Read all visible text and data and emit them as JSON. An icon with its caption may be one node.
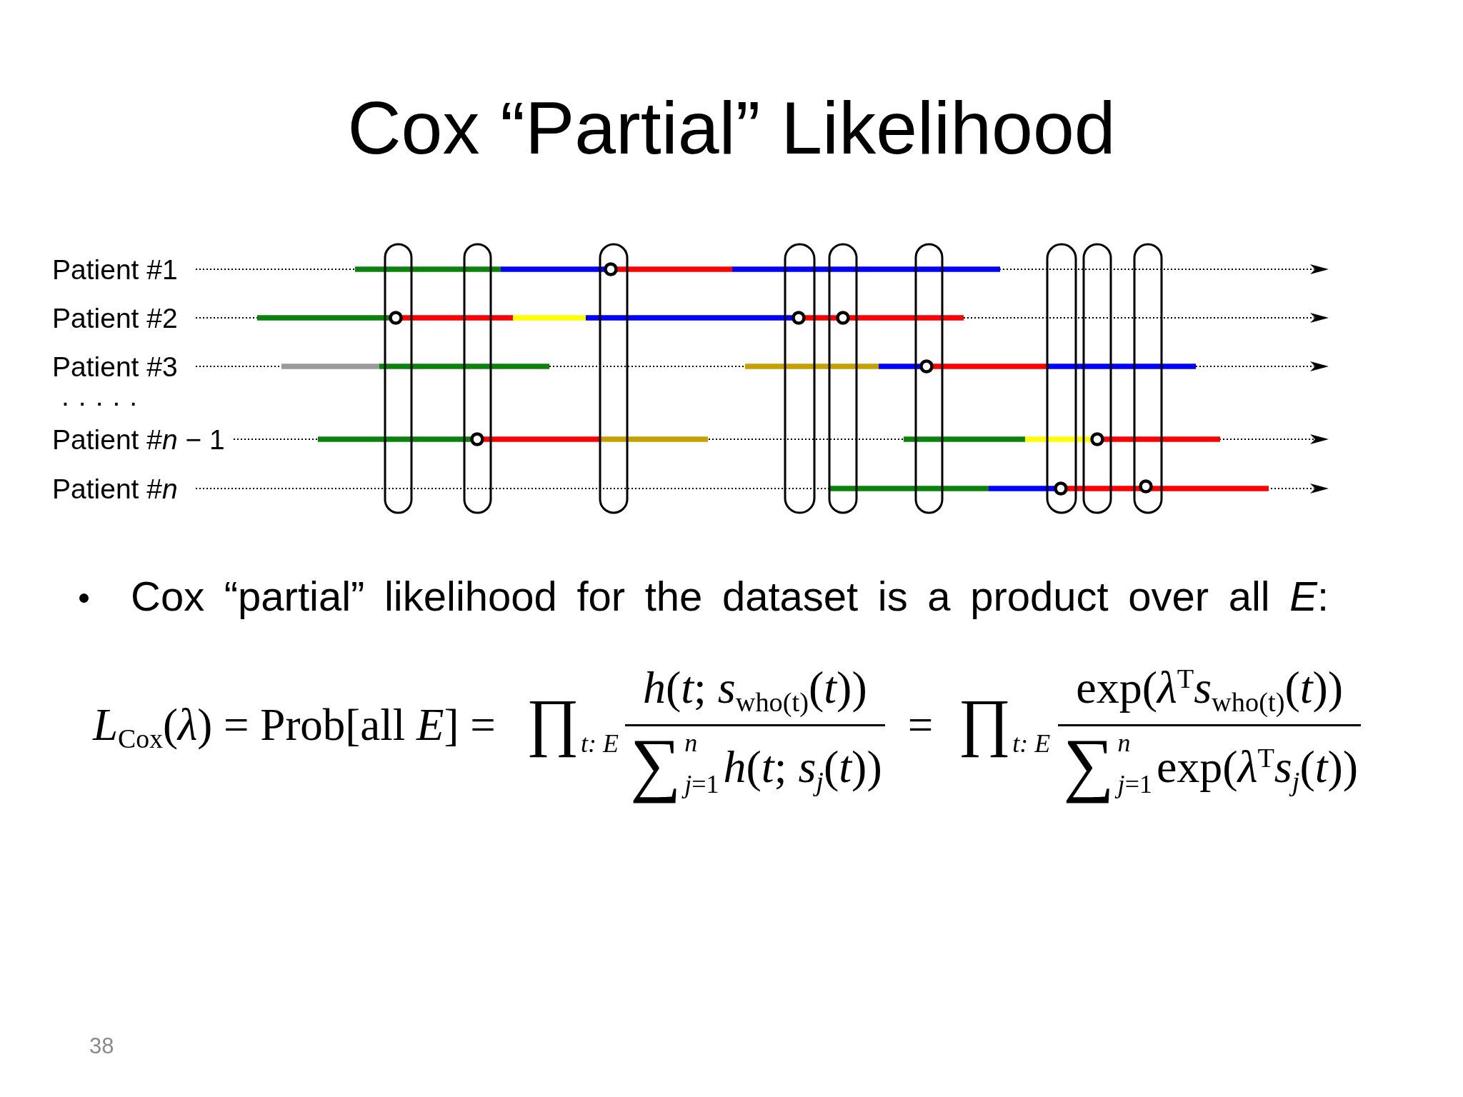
{
  "diagram": {
    "title": "Cox “Partial” Likelihood",
    "labels": [
      "Patient #1",
      "Patient #2",
      "Patient #3",
      ".....",
      "Patient #*n* − 1",
      "Patient #*n*",
      "Cox “partial” likelihood for the dataset is a product over all *E*:",
      "*L*$_{Cox}$(*λ*) = Prob[all *E*] =",
      "∏$_{t: E}$",
      "*h*(*t*; *s*$_{who(t)}$(*t*))",
      "∑",
      "*n*",
      "*j*=1",
      "*h*(*t*; *s*$_{j}$(*t*))",
      "=",
      "∏$_{t: E}$",
      "exp(*λ*$^{T}$*s*$_{who(t)}$(*t*))",
      "∑",
      "*n*",
      "*j*=1",
      "exp(*λ*$^{T}$*s*$_{j}$(*t*))",
      "38"
    ]
  }
}
